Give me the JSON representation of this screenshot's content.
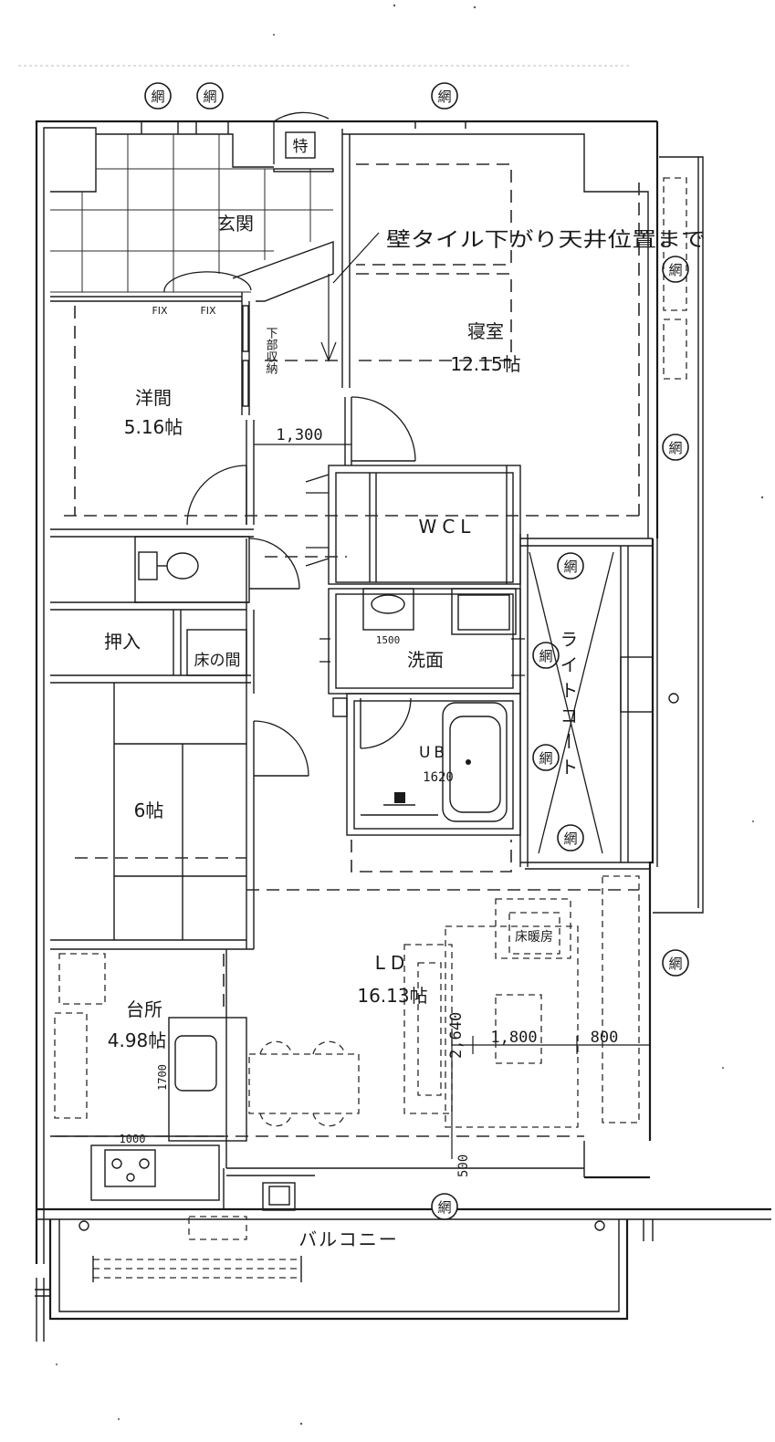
{
  "rooms": {
    "entrance": "玄関",
    "western_room_name": "洋間",
    "western_room_size": "5.16帖",
    "bedroom_name": "寝室",
    "bedroom_size": "12.15帖",
    "wcl": "WCL",
    "closet": "押入",
    "alcove": "床の間",
    "washroom": "洗面",
    "bath_name": "UB",
    "bath_size": "1620",
    "light_court": "ライトコート",
    "tatami_room": "6帖",
    "ld_name": "LD",
    "ld_size": "16.13帖",
    "floor_heating": "床暖房",
    "kitchen_name": "台所",
    "kitchen_size": "4.98帖",
    "balcony": "バルコニー"
  },
  "annotations": {
    "wall_tile_note": "壁タイル下がり天井位置まで",
    "lower_storage": "下部収納",
    "special_mark": "特",
    "fix_left": "FIX",
    "fix_right": "FIX",
    "net_mark": "網"
  },
  "dimensions": {
    "hall_width": "1,300",
    "wash_counter": "1500",
    "kitchen_counter_len": "1700",
    "kitchen_counter_w": "1000",
    "ld_depth": "2,640",
    "ld_width_a": "1,800",
    "ld_width_b": "800",
    "ld_bottom": "500"
  }
}
